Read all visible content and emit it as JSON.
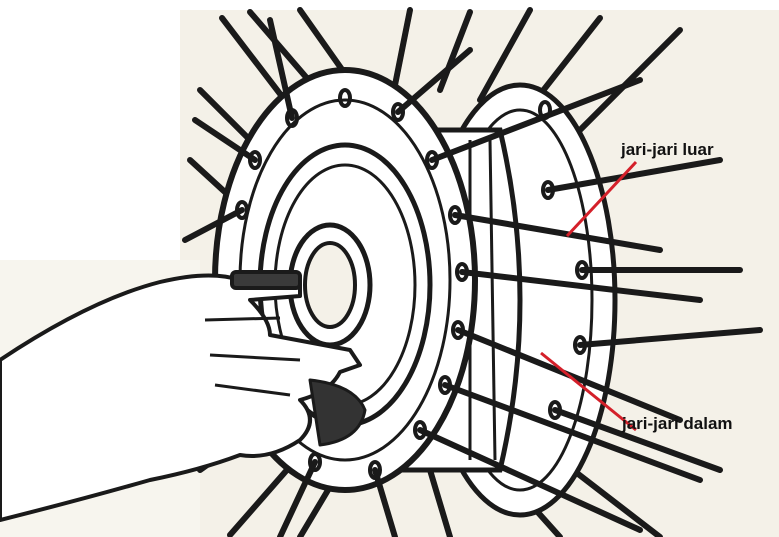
{
  "labels": {
    "outer_spokes": "jari-jari luar",
    "inner_spokes": "jari-jari dalam"
  },
  "colors": {
    "ink": "#1a1a1a",
    "leader_line": "#d4202a",
    "paper": "#ffffff",
    "paper_tint": "#f2efe6"
  },
  "illustration": "spoked-wheel-hub-with-hand"
}
